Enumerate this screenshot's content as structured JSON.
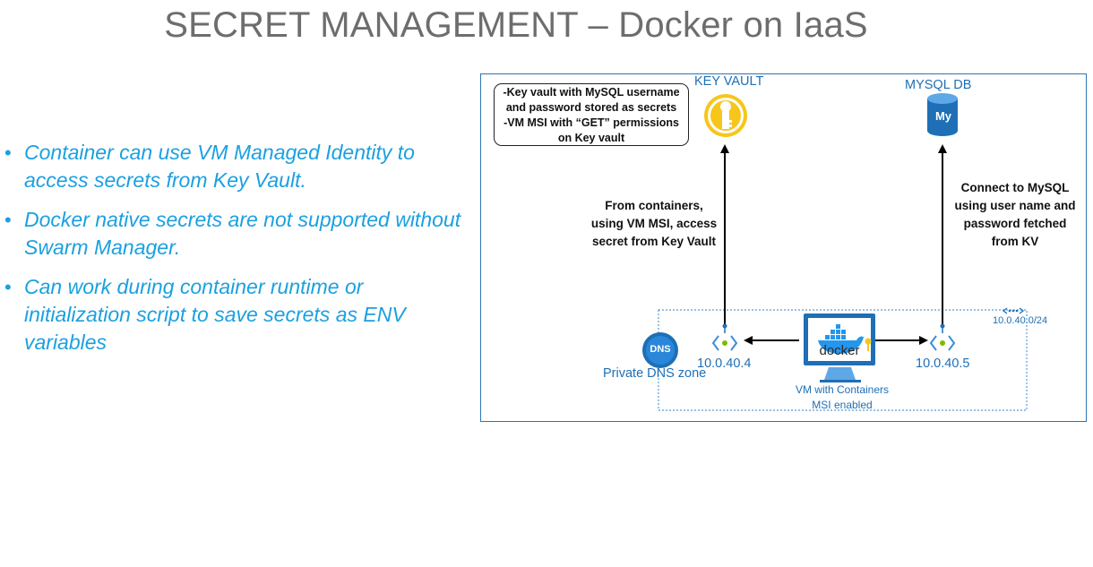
{
  "slide": {
    "title": "SECRET MANAGEMENT – Docker on IaaS"
  },
  "bullets": [
    "Container can use VM Managed Identity to access secrets from Key Vault.",
    "Docker native secrets are not supported without Swarm Manager.",
    "Can work during container runtime or initialization script to save secrets as ENV variables"
  ],
  "diagram": {
    "note": [
      "-Key vault with MySQL username",
      "and password stored as secrets",
      "-VM MSI with “GET” permissions",
      "on Key vault"
    ],
    "key_vault_label": "KEY VAULT",
    "mysql_label": "MYSQL DB",
    "mysql_icon_text": "My",
    "left_annotation": [
      "From containers,",
      "using VM MSI, access",
      "secret from Key Vault"
    ],
    "right_annotation": [
      "Connect to MySQL",
      "using user name and",
      "password fetched",
      "from KV"
    ],
    "left_endpoint_ip": "10.0.40.4",
    "right_endpoint_ip": "10.0.40.5",
    "subnet_cidr": "10.0.40.0/24",
    "dns_icon_text": "DNS",
    "dns_label": "Private DNS zone",
    "docker_text": "docker",
    "vm_label": [
      "VM with Containers",
      "MSI enabled"
    ],
    "colors": {
      "accent_blue": "#1e6fb5",
      "bullet_cyan": "#1ba0e1",
      "title_gray": "#6d6d6d",
      "key_yellow": "#f7c61b",
      "frame_blue": "#2f74b5"
    }
  }
}
